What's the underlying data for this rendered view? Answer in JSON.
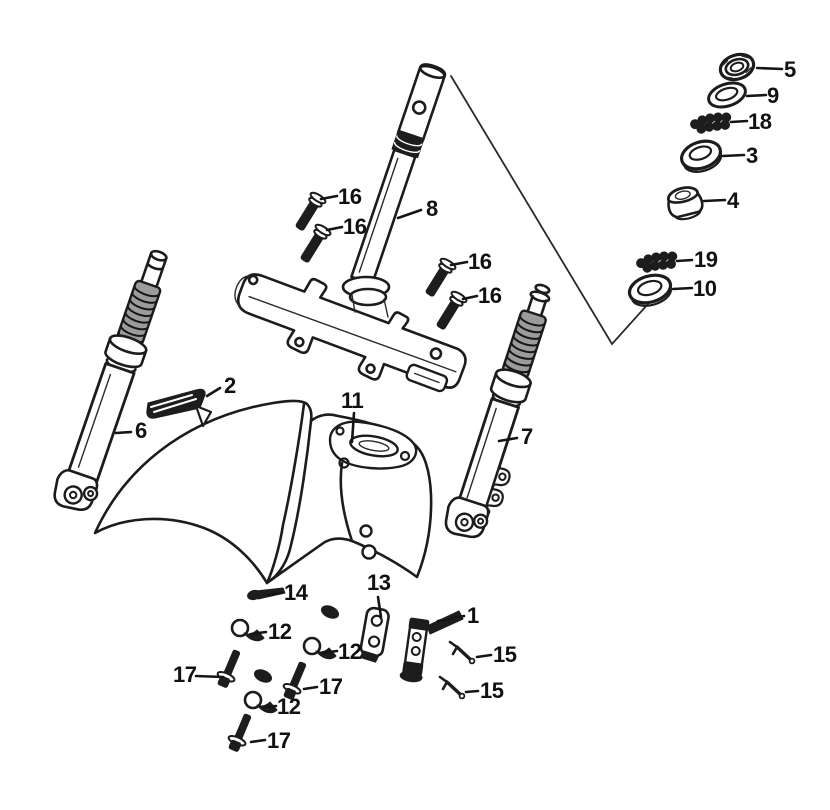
{
  "diagram": {
    "type": "exploded-parts-diagram",
    "subject": "Steering stem, front fork and front fender assembly",
    "background_color": "#ffffff",
    "line_color": "#1c1c1c",
    "part_numbers_shown": [
      "1",
      "2",
      "3",
      "4",
      "5",
      "6",
      "7",
      "8",
      "9",
      "10",
      "11",
      "12",
      "13",
      "14",
      "15",
      "16",
      "17",
      "18",
      "19"
    ]
  },
  "labels": [
    {
      "text": "5"
    },
    {
      "text": "9"
    },
    {
      "text": "18"
    },
    {
      "text": "3"
    },
    {
      "text": "4"
    },
    {
      "text": "19"
    },
    {
      "text": "10"
    },
    {
      "text": "16"
    },
    {
      "text": "16"
    },
    {
      "text": "16"
    },
    {
      "text": "16"
    },
    {
      "text": "8"
    },
    {
      "text": "2"
    },
    {
      "text": "6"
    },
    {
      "text": "11"
    },
    {
      "text": "7"
    },
    {
      "text": "14"
    },
    {
      "text": "13"
    },
    {
      "text": "1"
    },
    {
      "text": "15"
    },
    {
      "text": "15"
    },
    {
      "text": "12"
    },
    {
      "text": "12"
    },
    {
      "text": "12"
    },
    {
      "text": "17"
    },
    {
      "text": "17"
    },
    {
      "text": "17"
    }
  ]
}
